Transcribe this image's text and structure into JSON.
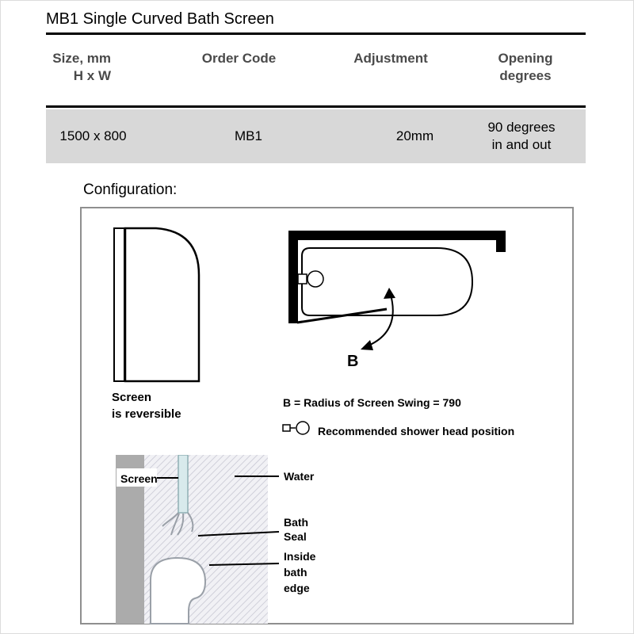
{
  "page": {
    "title": "MB1 Single Curved Bath Screen"
  },
  "spec_table": {
    "headers": {
      "size_l1": "Size, mm",
      "size_l2": "H x W",
      "order_code": "Order Code",
      "adjustment": "Adjustment",
      "opening_l1": "Opening",
      "opening_l2": "degrees"
    },
    "row": {
      "size": "1500 x 800",
      "order_code": "MB1",
      "adjustment": "20mm",
      "opening_l1": "90 degrees",
      "opening_l2": "in and out"
    }
  },
  "configuration": {
    "heading": "Configuration:",
    "elevation": {
      "caption_l1": "Screen",
      "caption_l2": "is reversible"
    },
    "plan": {
      "swing_label": "B",
      "radius_note": "B = Radius of Screen Swing = 790",
      "shower_note": "Recommended shower head position"
    },
    "cross_section": {
      "screen": "Screen",
      "water": "Water",
      "seal_l1": "Bath",
      "seal_l2": "Seal",
      "edge_l1": "Inside",
      "edge_l2": "bath",
      "edge_l3": "edge"
    }
  },
  "colors": {
    "row_background": "#d8d8d8",
    "header_text": "#4a4a4a",
    "screen_glass": "#d8eaec",
    "box_border": "#8f8f8f"
  }
}
